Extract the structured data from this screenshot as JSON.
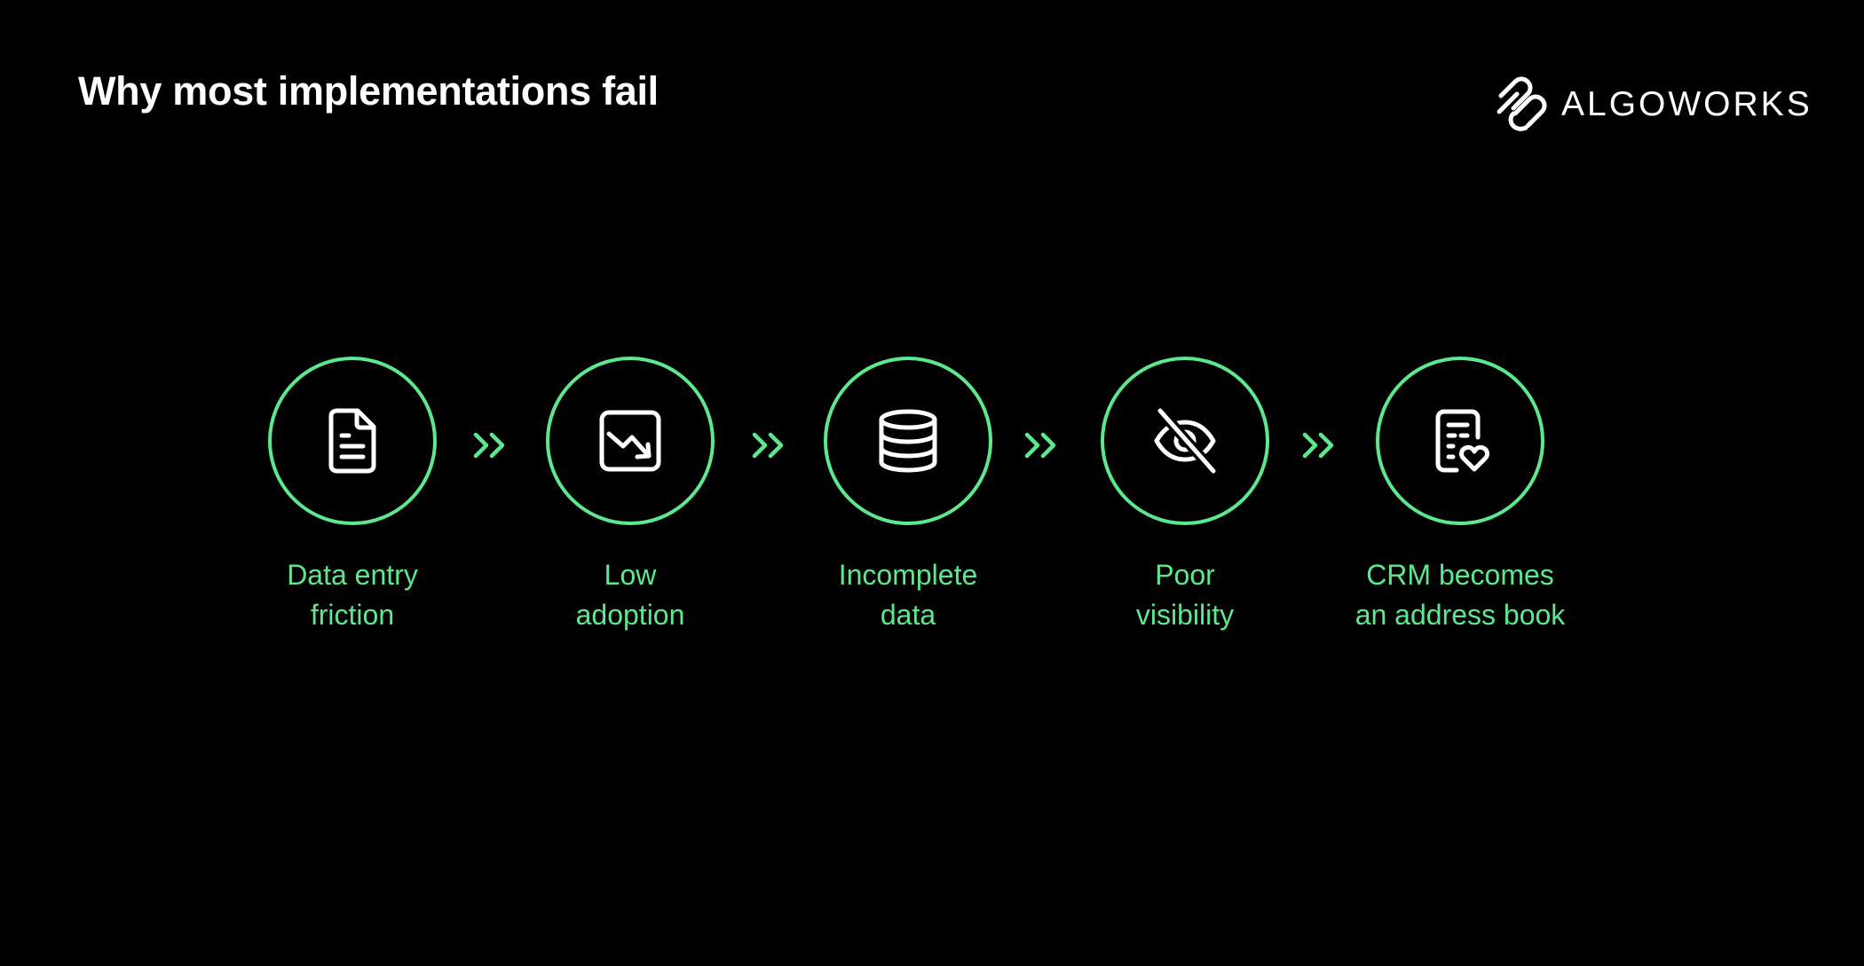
{
  "header": {
    "title": "Why most implementations fail",
    "brand": {
      "name": "ALGOWORKS",
      "logo_icon": "algoworks-logo-mark"
    }
  },
  "colors": {
    "background": "#000000",
    "accent": "#5ee88e",
    "text": "#ffffff"
  },
  "steps": [
    {
      "icon": "document-icon",
      "line1": "Data entry",
      "line2": "friction"
    },
    {
      "icon": "trending-down-chart-icon",
      "line1": "Low",
      "line2": "adoption"
    },
    {
      "icon": "database-icon",
      "line1": "Incomplete",
      "line2": "data"
    },
    {
      "icon": "eye-off-icon",
      "line1": "Poor",
      "line2": "visibility"
    },
    {
      "icon": "contact-list-heart-icon",
      "line1": "CRM becomes",
      "line2": "an address book"
    }
  ],
  "connector_icon": "double-chevron-right-icon"
}
